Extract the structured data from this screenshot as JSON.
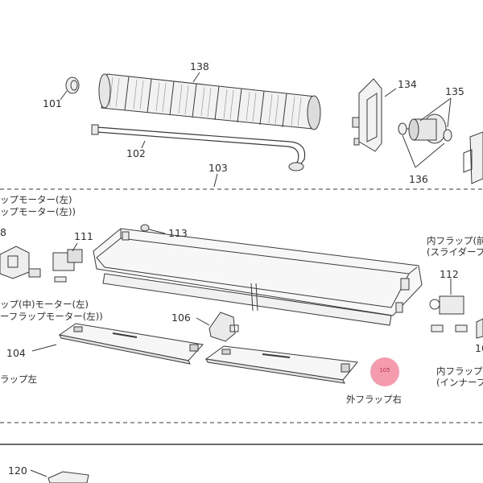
{
  "labels": {
    "p138": "138",
    "p134": "134",
    "p135": "135",
    "p101": "101",
    "p102": "102",
    "p136": "136",
    "p103": "103",
    "p111": "111",
    "p113": "113",
    "p112": "112",
    "p106": "106",
    "p104": "104",
    "p105": "105",
    "p120": "120",
    "p8": "8",
    "p10": "10",
    "motor_left_1": "ップモーター(左)",
    "motor_left_2": "ップモーター(左))",
    "mid_motor_1": "ップ(中)モーター(左)",
    "mid_motor_2": "ーフラップモーター(左))",
    "flap_left": "ラップ左",
    "outer_flap_right": "外フラップ右",
    "inner_flap_1": "内フラップ(前",
    "inner_flap_2": "(スライダーフ",
    "inner_flap_3": "内フラップ",
    "inner_flap_4": "(インナーフ"
  },
  "highlight": {
    "part": "105",
    "color": "#f28aa0"
  }
}
